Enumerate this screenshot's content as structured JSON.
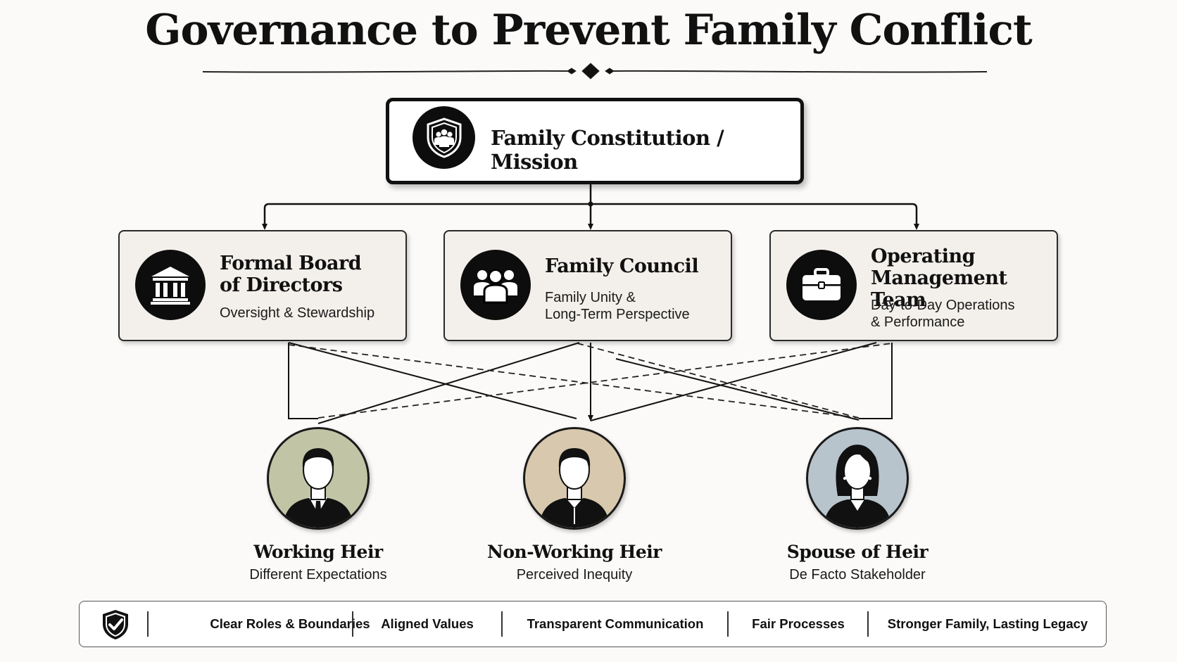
{
  "title": "Governance to Prevent Family Conflict",
  "top_node": {
    "label": "Family Constitution / Mission",
    "icon": "shield-family-icon"
  },
  "bodies": [
    {
      "title_lines": [
        "Formal Board",
        "of Directors"
      ],
      "desc_lines": [
        "Oversight & Stewardship"
      ],
      "icon": "institution-icon"
    },
    {
      "title_lines": [
        "Family Council"
      ],
      "desc_lines": [
        "Family Unity &",
        "Long-Term Perspective"
      ],
      "icon": "group-icon"
    },
    {
      "title_lines": [
        "Operating",
        "Management Team"
      ],
      "desc_lines": [
        "Day-to-Day Operations",
        "& Performance"
      ],
      "icon": "briefcase-icon"
    }
  ],
  "people": [
    {
      "name": "Working Heir",
      "desc": "Different Expectations",
      "icon": "man-suit-icon",
      "bg": "#c2c4a6"
    },
    {
      "name": "Non-Working Heir",
      "desc": "Perceived Inequity",
      "icon": "man-casual-icon",
      "bg": "#d8c8ad"
    },
    {
      "name": "Spouse of Heir",
      "desc": "De Facto Stakeholder",
      "icon": "woman-icon",
      "bg": "#b8c4cc"
    }
  ],
  "footer": {
    "icon": "shield-check-icon",
    "items": [
      "Clear Roles & Boundaries",
      "Aligned Values",
      "Transparent Communication",
      "Fair Processes",
      "Stronger Family, Lasting Legacy"
    ]
  }
}
